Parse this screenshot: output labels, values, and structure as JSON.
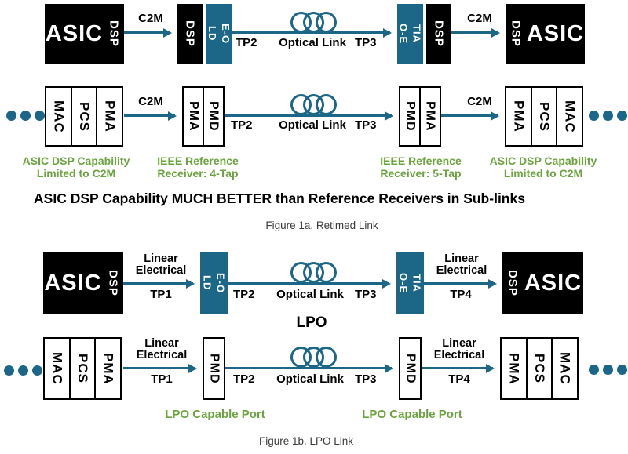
{
  "colors": {
    "accent_teal": "#1c6687",
    "note_green": "#6ba43f",
    "block_black": "#000000",
    "caption_gray": "#3b3b3b"
  },
  "fig1a": {
    "row1": {
      "asic_left": {
        "name": "ASIC",
        "dsp": "DSP"
      },
      "c2m_left": "C2M",
      "dsp_tx": "DSP",
      "ld_eo": {
        "l1": "LD",
        "l2": "E-O"
      },
      "tp2": "TP2",
      "optical": "Optical Link",
      "tp3": "TP3",
      "oe_tia": {
        "l1": "O-E",
        "l2": "TIA"
      },
      "dsp_rx": "DSP",
      "c2m_right": "C2M",
      "asic_right": {
        "name": "ASIC",
        "dsp": "DSP"
      }
    },
    "row2": {
      "host_left": [
        "MAC",
        "PCS",
        "PMA"
      ],
      "c2m_left": "C2M",
      "module_tx": [
        "PMA",
        "PMD"
      ],
      "tp2": "TP2",
      "optical": "Optical Link",
      "tp3": "TP3",
      "module_rx": [
        "PMD",
        "PMA"
      ],
      "c2m_right": "C2M",
      "host_right": [
        "PMA",
        "PCS",
        "MAC"
      ]
    },
    "note_left": {
      "l1": "ASIC DSP Capability",
      "l2": "Limited to C2M"
    },
    "note_tx": {
      "l1": "IEEE Reference",
      "l2": "Receiver: 4-Tap"
    },
    "note_rx": {
      "l1": "IEEE Reference",
      "l2": "Receiver: 5-Tap"
    },
    "note_right": {
      "l1": "ASIC DSP Capability",
      "l2": "Limited to C2M"
    },
    "headline": "ASIC DSP Capability MUCH BETTER than Reference Receivers in Sub-links",
    "caption": "Figure 1a. Retimed Link"
  },
  "fig1b": {
    "row1": {
      "asic_left": {
        "name": "ASIC",
        "dsp": "DSP"
      },
      "linear_left": {
        "l1": "Linear",
        "l2": "Electrical"
      },
      "tp1": "TP1",
      "ld_eo": {
        "l1": "LD",
        "l2": "E-O"
      },
      "tp2": "TP2",
      "optical": "Optical Link",
      "tp3": "TP3",
      "oe_tia": {
        "l1": "O-E",
        "l2": "TIA"
      },
      "linear_right": {
        "l1": "Linear",
        "l2": "Electrical"
      },
      "tp4": "TP4",
      "asic_right": {
        "name": "ASIC",
        "dsp": "DSP"
      }
    },
    "lpo": "LPO",
    "row2": {
      "host_left": [
        "MAC",
        "PCS",
        "PMA"
      ],
      "linear_left": {
        "l1": "Linear",
        "l2": "Electrical"
      },
      "tp1": "TP1",
      "pmd_tx": "PMD",
      "tp2": "TP2",
      "optical": "Optical Link",
      "tp3": "TP3",
      "pmd_rx": "PMD",
      "linear_right": {
        "l1": "Linear",
        "l2": "Electrical"
      },
      "tp4": "TP4",
      "host_right": [
        "PMA",
        "PCS",
        "MAC"
      ]
    },
    "note_tx": "LPO Capable Port",
    "note_rx": "LPO Capable Port",
    "caption": "Figure 1b. LPO Link"
  }
}
